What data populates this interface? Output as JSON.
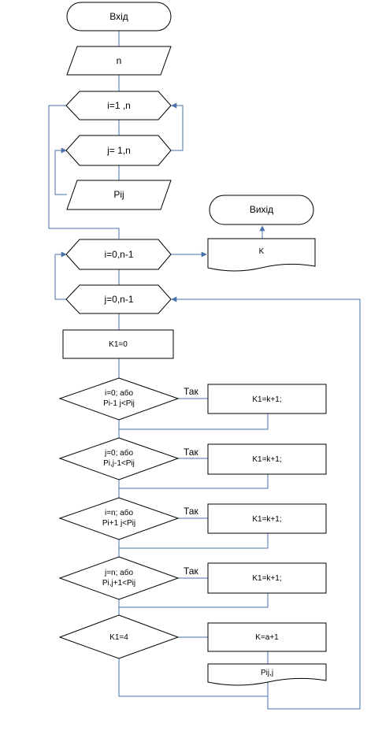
{
  "start": "Вхід",
  "input_n": "n",
  "loop_i_input": "i=1 ,n",
  "loop_j_input": "j= 1,n",
  "input_pij": "Pij",
  "end": "Вихід",
  "output_k": "K",
  "loop_i_main": "i=0,n-1",
  "loop_j_main": "j=0,n-1",
  "k1_init": "K1=0",
  "conditions": [
    {
      "line1": "i=0; або",
      "line2": "Pi-1 j<Pij",
      "yes": "Так",
      "action": "K1=k+1;"
    },
    {
      "line1": "j=0; або",
      "line2": "Pi,j-1<Pij",
      "yes": "Так",
      "action": "K1=k+1;"
    },
    {
      "line1": "i=n; або",
      "line2": "Pi+1 j<Pij",
      "yes": "Так",
      "action": "K1=k+1;"
    },
    {
      "line1": "j=n; або",
      "line2": "Pi,j+1<Pij",
      "yes": "Так",
      "action": "K1=k+1;"
    }
  ],
  "final_check": "K1=4",
  "k_increment": "K=a+1",
  "output_pij": "Pij,j",
  "colors": {
    "connector": "#4a72a8",
    "outline": "#000000"
  }
}
